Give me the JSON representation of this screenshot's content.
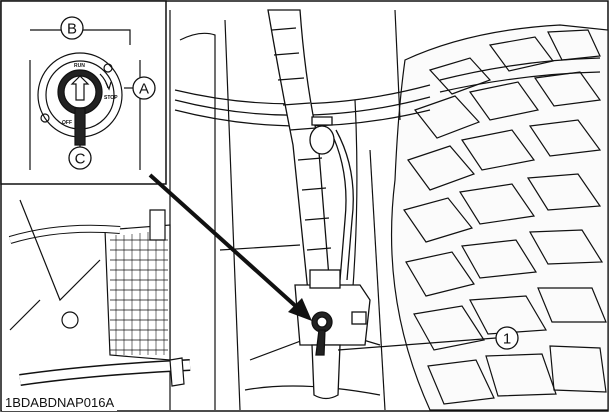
{
  "figure": {
    "figure_code": "1BDABDNAP016A",
    "callouts": {
      "item_1": "1",
      "inset_a": "A",
      "inset_b": "B",
      "inset_c": "C"
    },
    "switch_labels": {
      "run": "RUN",
      "stop": "STOP",
      "off": "OFF"
    }
  },
  "colors": {
    "line": "#111111",
    "background": "#ffffff"
  }
}
